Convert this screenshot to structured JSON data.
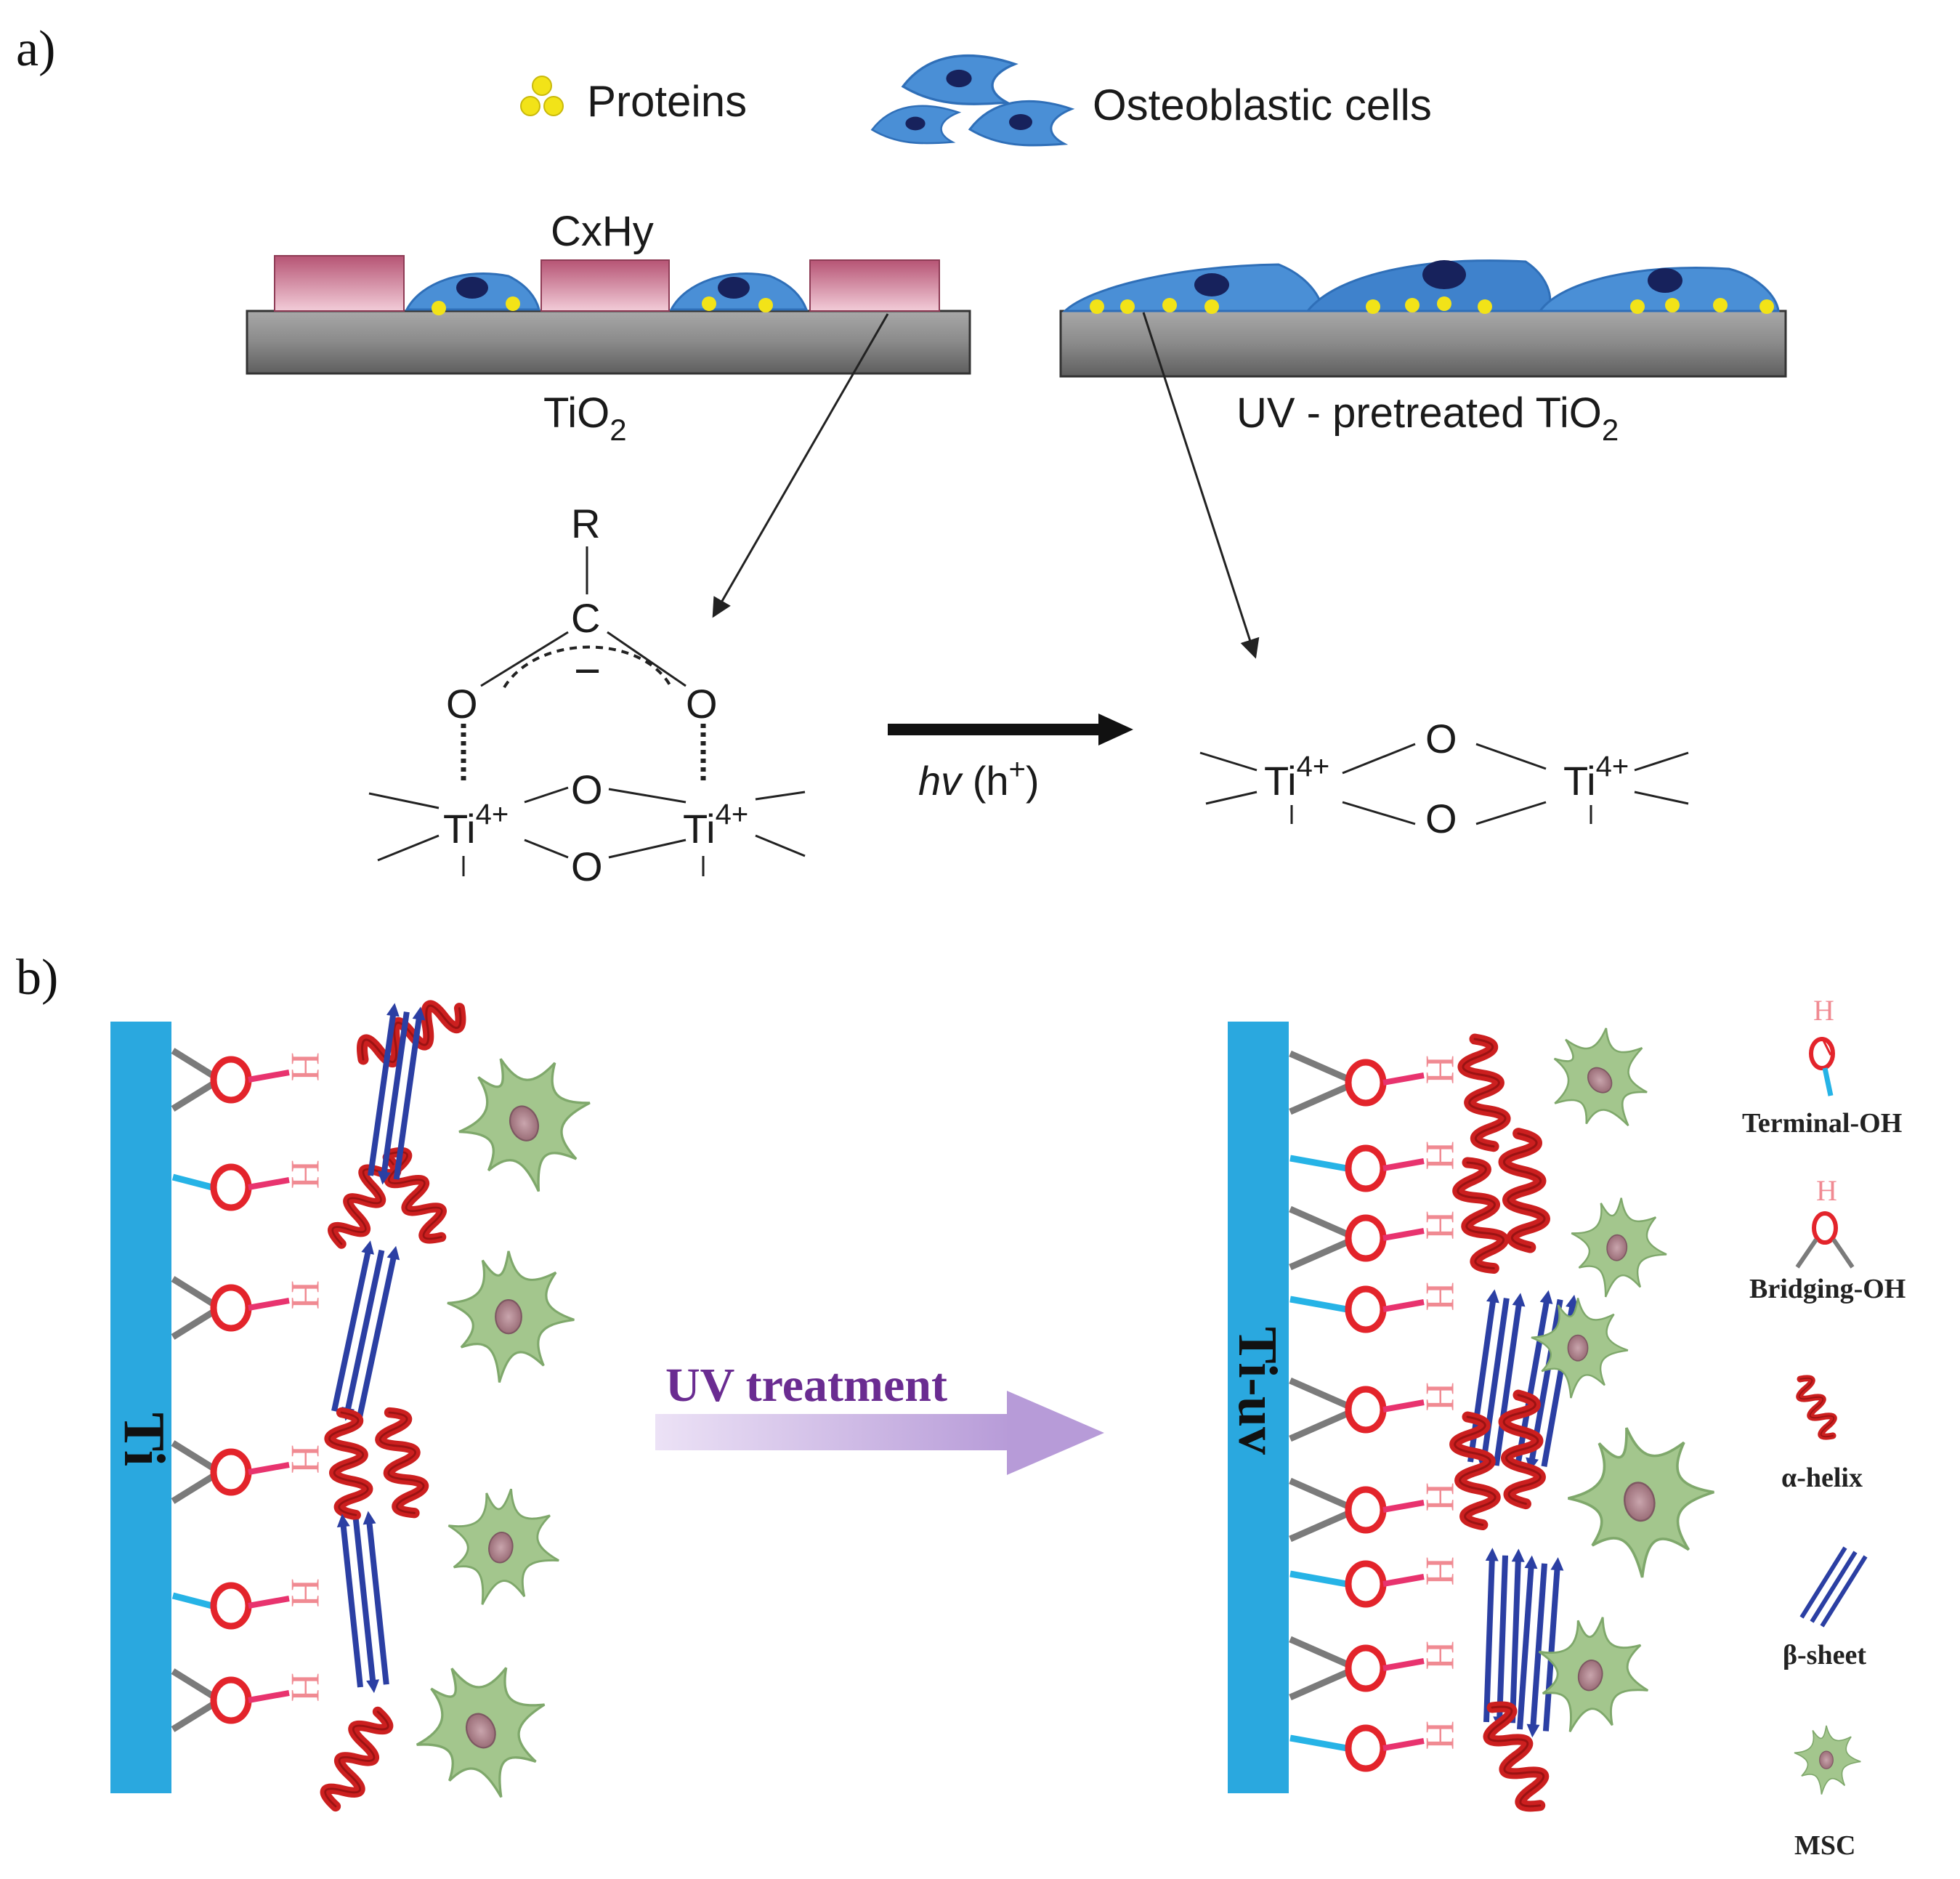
{
  "panel_a": {
    "label": "a)",
    "legend": {
      "proteins": "Proteins",
      "cells": "Osteoblastic cells"
    },
    "left_surface": {
      "label_main": "TiO",
      "label_sub": "2",
      "hydrocarbon": "CxHy"
    },
    "right_surface": {
      "label_main": "UV - pretreated TiO",
      "label_sub": "2"
    },
    "chem_left": {
      "r": "R",
      "c": "C",
      "minus": "−",
      "o": "O",
      "ti": "Ti",
      "ti_charge": "4+"
    },
    "reaction_arrow": {
      "hv": "hv",
      "rest": " (h",
      "sup": "+",
      "close": ")"
    },
    "chem_right": {
      "o": "O",
      "ti": "Ti",
      "ti_charge": "4+"
    }
  },
  "panel_b": {
    "label": "b)",
    "left_substrate": "Ti",
    "right_substrate": "Ti-uv",
    "arrow_label": "UV treatment",
    "oh_o": "O",
    "oh_h": "H",
    "legend": {
      "terminal_oh": "Terminal-OH",
      "bridging_oh": "Bridging-OH",
      "alpha_helix": "α-helix",
      "beta_sheet": "β-sheet",
      "msc": "MSC",
      "h": "H",
      "o": "O"
    }
  },
  "colors": {
    "substrate_blue": "#2aa8df",
    "oxygen_red": "#e3242b",
    "hydrogen_pink": "#f08a92",
    "terminal_bond": "#26b3e6",
    "bridging_bond": "#7b7b7b",
    "pink_link": "#e8336e",
    "helix_red": "#cc1f1f",
    "sheet_blue": "#2b3fa3",
    "msc_green": "#9fc28a",
    "cell_blue": "#4a8fd6",
    "protein_yellow": "#f2e318",
    "hydrocarbon_pink": "#c4607e",
    "uv_text": "#6a2c91",
    "uv_arrow": "#c9b4e4"
  }
}
